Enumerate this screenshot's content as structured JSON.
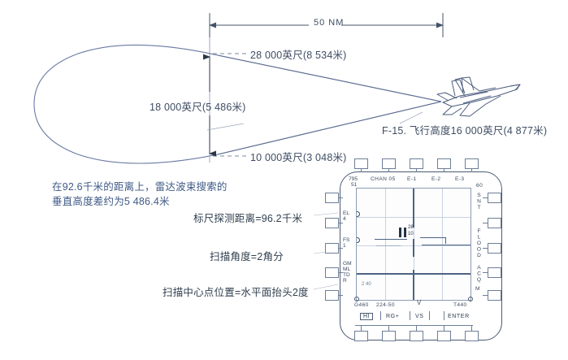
{
  "diagram": {
    "title_scale": "50 NM",
    "dimensions": {
      "top": "28 000英尺(8 534米)",
      "middle": "18 000英尺(5 486米)",
      "bottom": "10 000英尺(3 048米)"
    },
    "aircraft_label": "F-15. 飞行高度16 000英尺(4 877米)",
    "note_main_line1": "在92.6千米的距离上，雷达波束搜索的",
    "note_main_line2": "垂直高度差约为5 486.4米",
    "callouts": [
      "标尺探测距离=96.2千米",
      "扫描角度=2角分",
      "扫描中心点位置=水平面抬头2度"
    ]
  },
  "radar_panel": {
    "top_bezel": {
      "corner_top": "795",
      "corner_bottom": "51",
      "channel": "CHAN 05",
      "e1": "E-1",
      "e2": "E-2",
      "e3": "E-3",
      "right_value": "60"
    },
    "left_bezel": [
      {
        "label": "EL",
        "value": "4"
      },
      {
        "label": "FS",
        "value": "1"
      },
      {
        "label": "GM\nML\nTD\nR",
        "value": ""
      }
    ],
    "left_labels": {
      "el": "EL",
      "el_num": "4",
      "fs": "FS",
      "fs_num": "1",
      "mode_stack": "GM\nML\nTD\nR"
    },
    "right_labels": {
      "snt": "SNT",
      "flood_acq": "FLOOD ACQ",
      "m": "M"
    },
    "screen": {
      "target_upper": "28",
      "target_lower": "10",
      "scale_left": "2 40"
    },
    "bottom_bezel": {
      "left_value": "G460",
      "mid_value": "224-50",
      "center_mark": "V",
      "right_value": "T440"
    },
    "softkeys": [
      "HI",
      "RG+",
      "VS",
      "ENTER"
    ]
  }
}
